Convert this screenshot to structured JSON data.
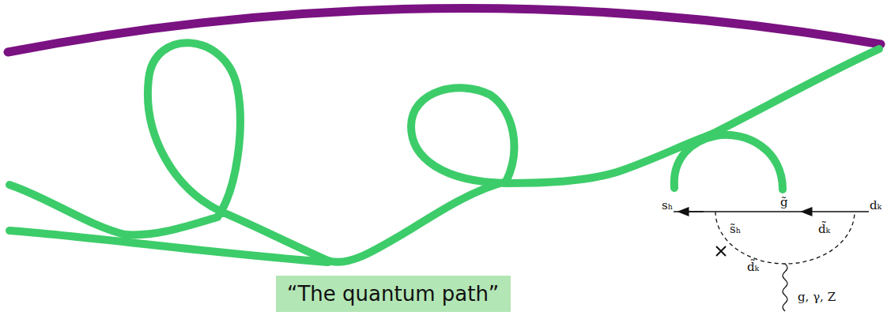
{
  "diagram": {
    "nodes": [
      {
        "text": [
          "“The quantum path”"
        ]
      }
    ],
    "labels": [
      "sₕ",
      "g̃",
      "dₖ",
      "s̃ₕ",
      "d̃ₖ",
      "d̃ₖ",
      "g, γ, Z"
    ]
  }
}
